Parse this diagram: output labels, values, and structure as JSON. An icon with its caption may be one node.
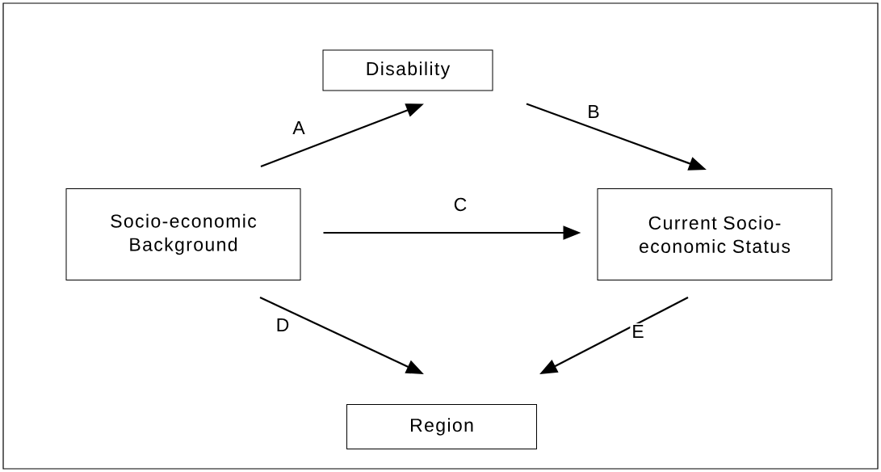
{
  "diagram": {
    "nodes": [
      {
        "text": [
          "Disability"
        ]
      },
      {
        "text": [
          "Socio-economic Background"
        ]
      },
      {
        "text": [
          "Current Socio-economic Status"
        ]
      },
      {
        "text": [
          "Region"
        ]
      }
    ],
    "edges": [
      {
        "from": 1,
        "to": 0,
        "arrow": "to",
        "label": "A"
      },
      {
        "from": 0,
        "to": 2,
        "arrow": "to",
        "label": "B"
      },
      {
        "from": 1,
        "to": 2,
        "arrow": "to",
        "label": "C"
      },
      {
        "from": 1,
        "to": 3,
        "arrow": "to",
        "label": "D"
      },
      {
        "from": 2,
        "to": 3,
        "arrow": "to",
        "label": "E"
      }
    ]
  }
}
